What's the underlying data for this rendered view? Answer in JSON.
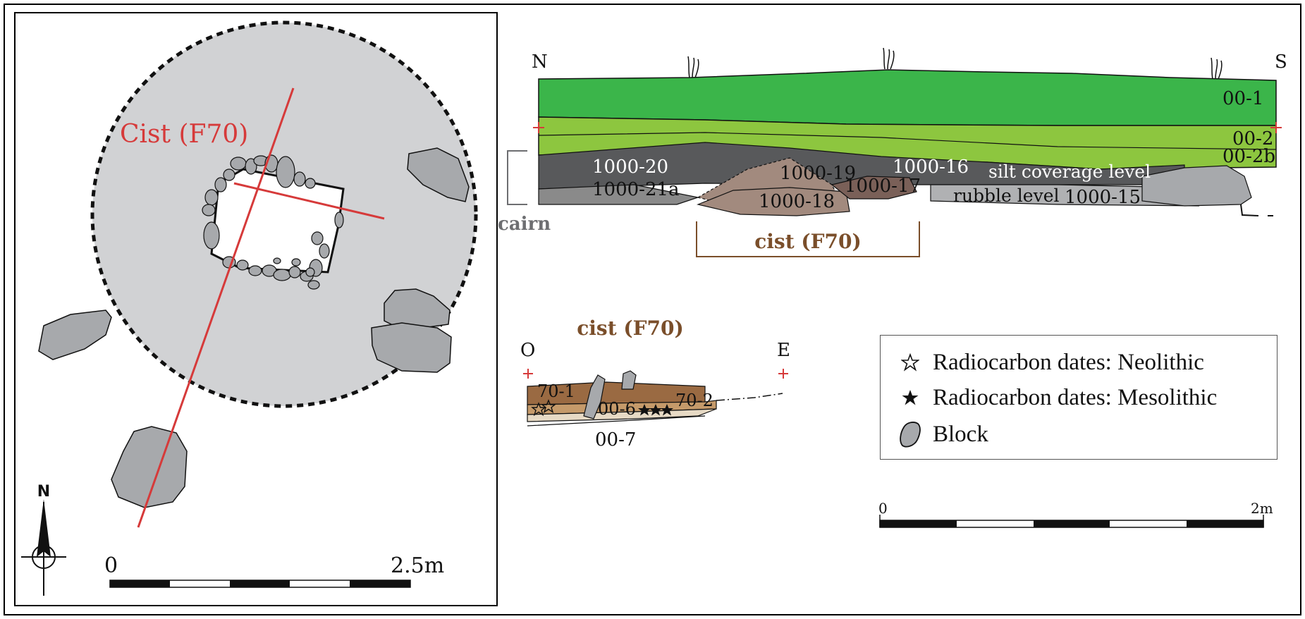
{
  "plan": {
    "cist_label": "Cist (F70)",
    "north_label": "N",
    "scale": {
      "start": "0",
      "end": "2.5m"
    }
  },
  "section_ns": {
    "left_orientation": "N",
    "right_orientation": "S",
    "layers": {
      "l00_1": "00-1",
      "l00_2": "00-2",
      "l00_2b": "00-2b",
      "l1000_20": "1000-20",
      "l1000_21a": "1000-21a",
      "l1000_19": "1000-19",
      "l1000_18": "1000-18",
      "l1000_17": "1000-17",
      "l1000_16": "1000-16",
      "l1000_15": "1000-15"
    },
    "silt_label": "silt coverage level",
    "rubble_label": "rubble level",
    "cairn_label": "cairn",
    "cist_bracket_label": "cist (F70)"
  },
  "section_oe": {
    "title": "cist (F70)",
    "left_orientation": "O",
    "right_orientation": "E",
    "layers": {
      "l70_1": "70-1",
      "l70_2": "70-2",
      "l00_6": "00-6",
      "l00_7": "00-7"
    }
  },
  "legend": {
    "neolithic": "Radiocarbon dates: Neolithic",
    "mesolithic": "Radiocarbon dates: Mesolithic",
    "block": "Block"
  },
  "scale2": {
    "start": "0",
    "end": "2m"
  },
  "colors": {
    "topsoil": "#3bb54a",
    "light_green": "#8dc63f",
    "dark_grey": "#58595b",
    "mid_grey": "#8a8a8a",
    "brown": "#a28a7e",
    "dark_brown": "#7a4e2a",
    "red": "#d63a3a",
    "plan_grey": "#d1d2d4"
  }
}
